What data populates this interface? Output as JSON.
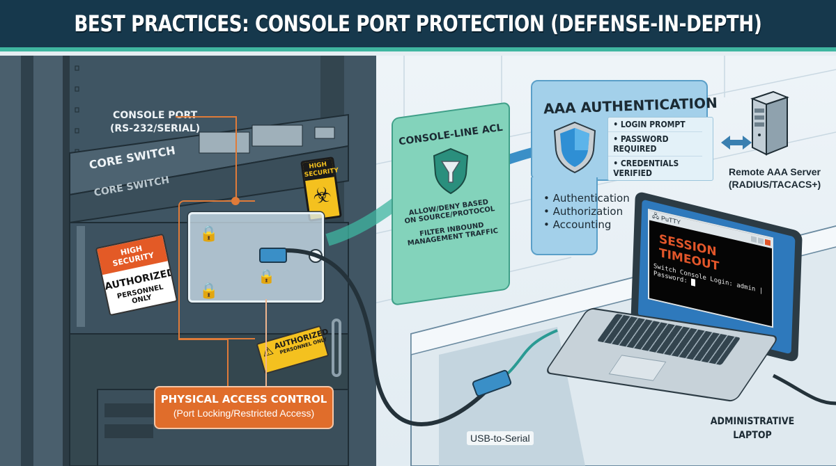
{
  "header": {
    "title": "BEST PRACTICES: CONSOLE PORT PROTECTION (DEFENSE-IN-DEPTH)"
  },
  "colors": {
    "header_bg": "#16384c",
    "header_accent": "#3fb6a0",
    "rack": "#3f5563",
    "callout_orange": "#e07b39",
    "acl_green": "#7fd0b8",
    "aaa_blue": "#9ccbe6",
    "warning_yellow": "#f4c11f",
    "terminal_text_red": "#e2562a"
  },
  "rack": {
    "switch_labels": [
      "CORE SWITCH",
      "CORE SWITCH"
    ],
    "console_port_callout": {
      "line1": "CONSOLE PORT",
      "line2": "(RS-232/SERIAL)"
    },
    "signs": {
      "high_security_biohazard": {
        "line1": "HIGH",
        "line2": "SECURITY"
      },
      "high_security_panel": {
        "header": "HIGH SECURITY",
        "line1": "AUTHORIZED",
        "line2": "PERSONNEL ONLY"
      },
      "authorized_warning": {
        "line1": "AUTHORIZED",
        "line2": "PERSONNEL ONLY"
      }
    },
    "physical_access_callout": {
      "title": "PHYSICAL ACCESS CONTROL",
      "subtitle": "(Port Locking/Restricted Access)"
    }
  },
  "acl_panel": {
    "title": "CONSOLE-LINE ACL",
    "icon": "funnel-shield-icon",
    "text1_line1": "ALLOW/DENY BASED",
    "text1_line2": "ON SOURCE/PROTOCOL",
    "text2_line1": "FILTER INBOUND",
    "text2_line2": "MANAGEMENT TRAFFIC"
  },
  "aaa_panel": {
    "title": "AAA AUTHENTICATION",
    "icon": "shield-icon",
    "checks": [
      "• LOGIN PROMPT",
      "• PASSWORD REQUIRED",
      "• CREDENTIALS VERIFIED"
    ],
    "functions": [
      "• Authentication",
      "• Authorization",
      "• Accounting"
    ]
  },
  "server": {
    "label_line1": "Remote AAA Server",
    "label_line2": "(RADIUS/TACACS+)"
  },
  "laptop": {
    "window_title": "PuTTY",
    "banner": "SESSION TIMEOUT",
    "terminal_line1": "Switch Console Login: admin |",
    "terminal_line2": "Password: ",
    "label_line1": "ADMINISTRATIVE",
    "label_line2": "LAPTOP"
  },
  "cable": {
    "label": "USB-to-Serial"
  }
}
